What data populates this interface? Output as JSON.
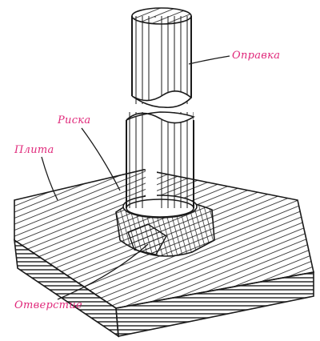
{
  "labels": {
    "mandrel": "Оправка",
    "mark": "Риска",
    "plate": "Плита",
    "hole": "Отверстие"
  },
  "colors": {
    "label": "#e0287a",
    "line": "#1a1a1a",
    "background": "#ffffff"
  }
}
